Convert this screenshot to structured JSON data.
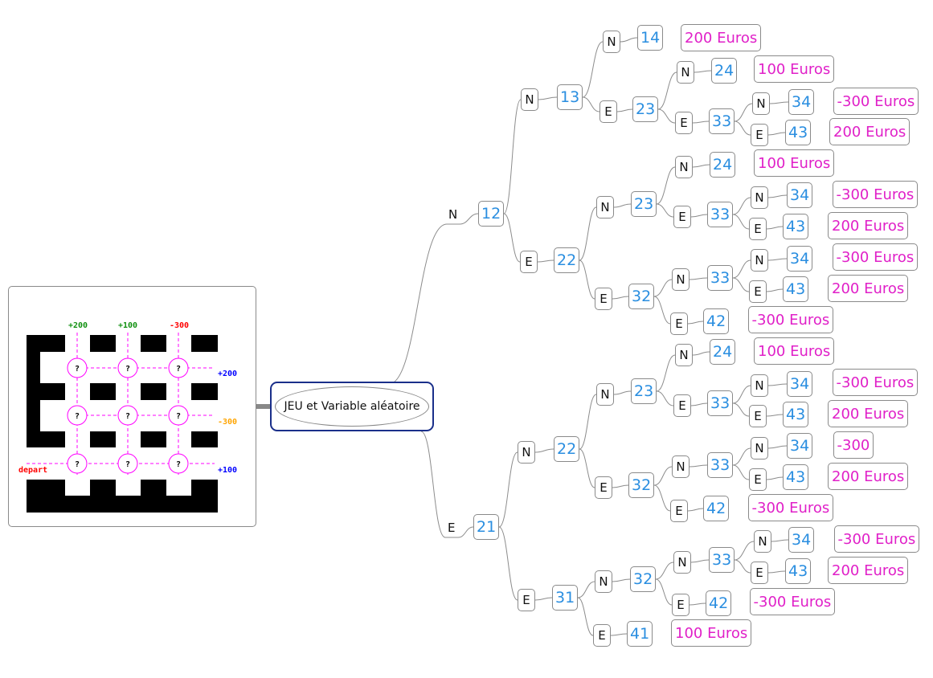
{
  "root": {
    "title": "JEU et Variable aléatoire"
  },
  "maze": {
    "top_labels": [
      "+200",
      "+100",
      "-300"
    ],
    "right_labels": [
      "+200",
      "-300",
      "+100"
    ],
    "start_label": "depart",
    "cell_mark": "?",
    "colors": {
      "green": "#109010",
      "red": "#ff0000",
      "blue": "#0000ff",
      "orange": "#ffa500",
      "magenta": "#ff00ff"
    }
  },
  "branches": {
    "north": "N",
    "east": "E"
  },
  "nodes": [
    {
      "id": "n12",
      "label": "12",
      "kind": "num"
    },
    {
      "id": "n21",
      "label": "21",
      "kind": "num"
    },
    {
      "id": "a1",
      "label": "N",
      "kind": "lbl"
    },
    {
      "id": "a2",
      "label": "13",
      "kind": "num"
    },
    {
      "id": "a3",
      "label": "N",
      "kind": "lbl"
    },
    {
      "id": "a4",
      "label": "14",
      "kind": "num"
    },
    {
      "id": "a5",
      "label": "200 Euros",
      "kind": "euro"
    },
    {
      "id": "a6",
      "label": "E",
      "kind": "lbl"
    },
    {
      "id": "a7",
      "label": "23",
      "kind": "num"
    },
    {
      "id": "a8",
      "label": "N",
      "kind": "lbl"
    },
    {
      "id": "a9",
      "label": "24",
      "kind": "num"
    },
    {
      "id": "a10",
      "label": "100 Euros",
      "kind": "euro"
    },
    {
      "id": "a11",
      "label": "E",
      "kind": "lbl"
    },
    {
      "id": "a12",
      "label": "33",
      "kind": "num"
    },
    {
      "id": "a13",
      "label": "N",
      "kind": "lbl"
    },
    {
      "id": "a14",
      "label": "34",
      "kind": "num"
    },
    {
      "id": "a15",
      "label": "-300 Euros",
      "kind": "euro"
    },
    {
      "id": "a16",
      "label": "E",
      "kind": "lbl"
    },
    {
      "id": "a17",
      "label": "43",
      "kind": "num"
    },
    {
      "id": "a18",
      "label": "200 Euros",
      "kind": "euro"
    },
    {
      "id": "b1",
      "label": "E",
      "kind": "lbl"
    },
    {
      "id": "b2",
      "label": "22",
      "kind": "num"
    },
    {
      "id": "b3",
      "label": "N",
      "kind": "lbl"
    },
    {
      "id": "b4",
      "label": "23",
      "kind": "num"
    },
    {
      "id": "b5",
      "label": "N",
      "kind": "lbl"
    },
    {
      "id": "b6",
      "label": "24",
      "kind": "num"
    },
    {
      "id": "b7",
      "label": "100 Euros",
      "kind": "euro"
    },
    {
      "id": "b8",
      "label": "E",
      "kind": "lbl"
    },
    {
      "id": "b9",
      "label": "33",
      "kind": "num"
    },
    {
      "id": "b10",
      "label": "N",
      "kind": "lbl"
    },
    {
      "id": "b11",
      "label": "34",
      "kind": "num"
    },
    {
      "id": "b12",
      "label": "-300 Euros",
      "kind": "euro"
    },
    {
      "id": "b13",
      "label": "E",
      "kind": "lbl"
    },
    {
      "id": "b14",
      "label": "43",
      "kind": "num"
    },
    {
      "id": "b15",
      "label": "200 Euros",
      "kind": "euro"
    },
    {
      "id": "b16",
      "label": "E",
      "kind": "lbl"
    },
    {
      "id": "b17",
      "label": "32",
      "kind": "num"
    },
    {
      "id": "b18",
      "label": "N",
      "kind": "lbl"
    },
    {
      "id": "b19",
      "label": "33",
      "kind": "num"
    },
    {
      "id": "b20",
      "label": "N",
      "kind": "lbl"
    },
    {
      "id": "b21",
      "label": "34",
      "kind": "num"
    },
    {
      "id": "b22",
      "label": "-300 Euros",
      "kind": "euro"
    },
    {
      "id": "b23",
      "label": "E",
      "kind": "lbl"
    },
    {
      "id": "b24",
      "label": "43",
      "kind": "num"
    },
    {
      "id": "b25",
      "label": "200 Euros",
      "kind": "euro"
    },
    {
      "id": "b26",
      "label": "E",
      "kind": "lbl"
    },
    {
      "id": "b27",
      "label": "42",
      "kind": "num"
    },
    {
      "id": "b28",
      "label": "-300 Euros",
      "kind": "euro"
    },
    {
      "id": "c1",
      "label": "N",
      "kind": "lbl"
    },
    {
      "id": "c2",
      "label": "22",
      "kind": "num"
    },
    {
      "id": "c3",
      "label": "N",
      "kind": "lbl"
    },
    {
      "id": "c4",
      "label": "23",
      "kind": "num"
    },
    {
      "id": "c5",
      "label": "N",
      "kind": "lbl"
    },
    {
      "id": "c6",
      "label": "24",
      "kind": "num"
    },
    {
      "id": "c7",
      "label": "100 Euros",
      "kind": "euro"
    },
    {
      "id": "c8",
      "label": "E",
      "kind": "lbl"
    },
    {
      "id": "c9",
      "label": "33",
      "kind": "num"
    },
    {
      "id": "c10",
      "label": "N",
      "kind": "lbl"
    },
    {
      "id": "c11",
      "label": "34",
      "kind": "num"
    },
    {
      "id": "c12",
      "label": "-300 Euros",
      "kind": "euro"
    },
    {
      "id": "c13",
      "label": "E",
      "kind": "lbl"
    },
    {
      "id": "c14",
      "label": "43",
      "kind": "num"
    },
    {
      "id": "c15",
      "label": "200 Euros",
      "kind": "euro"
    },
    {
      "id": "c16",
      "label": "E",
      "kind": "lbl"
    },
    {
      "id": "c17",
      "label": "32",
      "kind": "num"
    },
    {
      "id": "c18",
      "label": "N",
      "kind": "lbl"
    },
    {
      "id": "c19",
      "label": "33",
      "kind": "num"
    },
    {
      "id": "c20",
      "label": "N",
      "kind": "lbl"
    },
    {
      "id": "c21",
      "label": "34",
      "kind": "num"
    },
    {
      "id": "c22",
      "label": "-300",
      "kind": "euro"
    },
    {
      "id": "c23",
      "label": "E",
      "kind": "lbl"
    },
    {
      "id": "c24",
      "label": "43",
      "kind": "num"
    },
    {
      "id": "c25",
      "label": "200 Euros",
      "kind": "euro"
    },
    {
      "id": "c26",
      "label": "E",
      "kind": "lbl"
    },
    {
      "id": "c27",
      "label": "42",
      "kind": "num"
    },
    {
      "id": "c28",
      "label": "-300 Euros",
      "kind": "euro"
    },
    {
      "id": "d1",
      "label": "E",
      "kind": "lbl"
    },
    {
      "id": "d2",
      "label": "31",
      "kind": "num"
    },
    {
      "id": "d3",
      "label": "N",
      "kind": "lbl"
    },
    {
      "id": "d4",
      "label": "32",
      "kind": "num"
    },
    {
      "id": "d5",
      "label": "N",
      "kind": "lbl"
    },
    {
      "id": "d6",
      "label": "33",
      "kind": "num"
    },
    {
      "id": "d7",
      "label": "N",
      "kind": "lbl"
    },
    {
      "id": "d8",
      "label": "34",
      "kind": "num"
    },
    {
      "id": "d9",
      "label": "-300 Euros",
      "kind": "euro"
    },
    {
      "id": "d10",
      "label": "E",
      "kind": "lbl"
    },
    {
      "id": "d11",
      "label": "43",
      "kind": "num"
    },
    {
      "id": "d12",
      "label": "200 Euros",
      "kind": "euro"
    },
    {
      "id": "d13",
      "label": "E",
      "kind": "lbl"
    },
    {
      "id": "d14",
      "label": "42",
      "kind": "num"
    },
    {
      "id": "d15",
      "label": "-300 Euros",
      "kind": "euro"
    },
    {
      "id": "d16",
      "label": "E",
      "kind": "lbl"
    },
    {
      "id": "d17",
      "label": "41",
      "kind": "num"
    },
    {
      "id": "d18",
      "label": "100 Euros",
      "kind": "euro"
    }
  ]
}
